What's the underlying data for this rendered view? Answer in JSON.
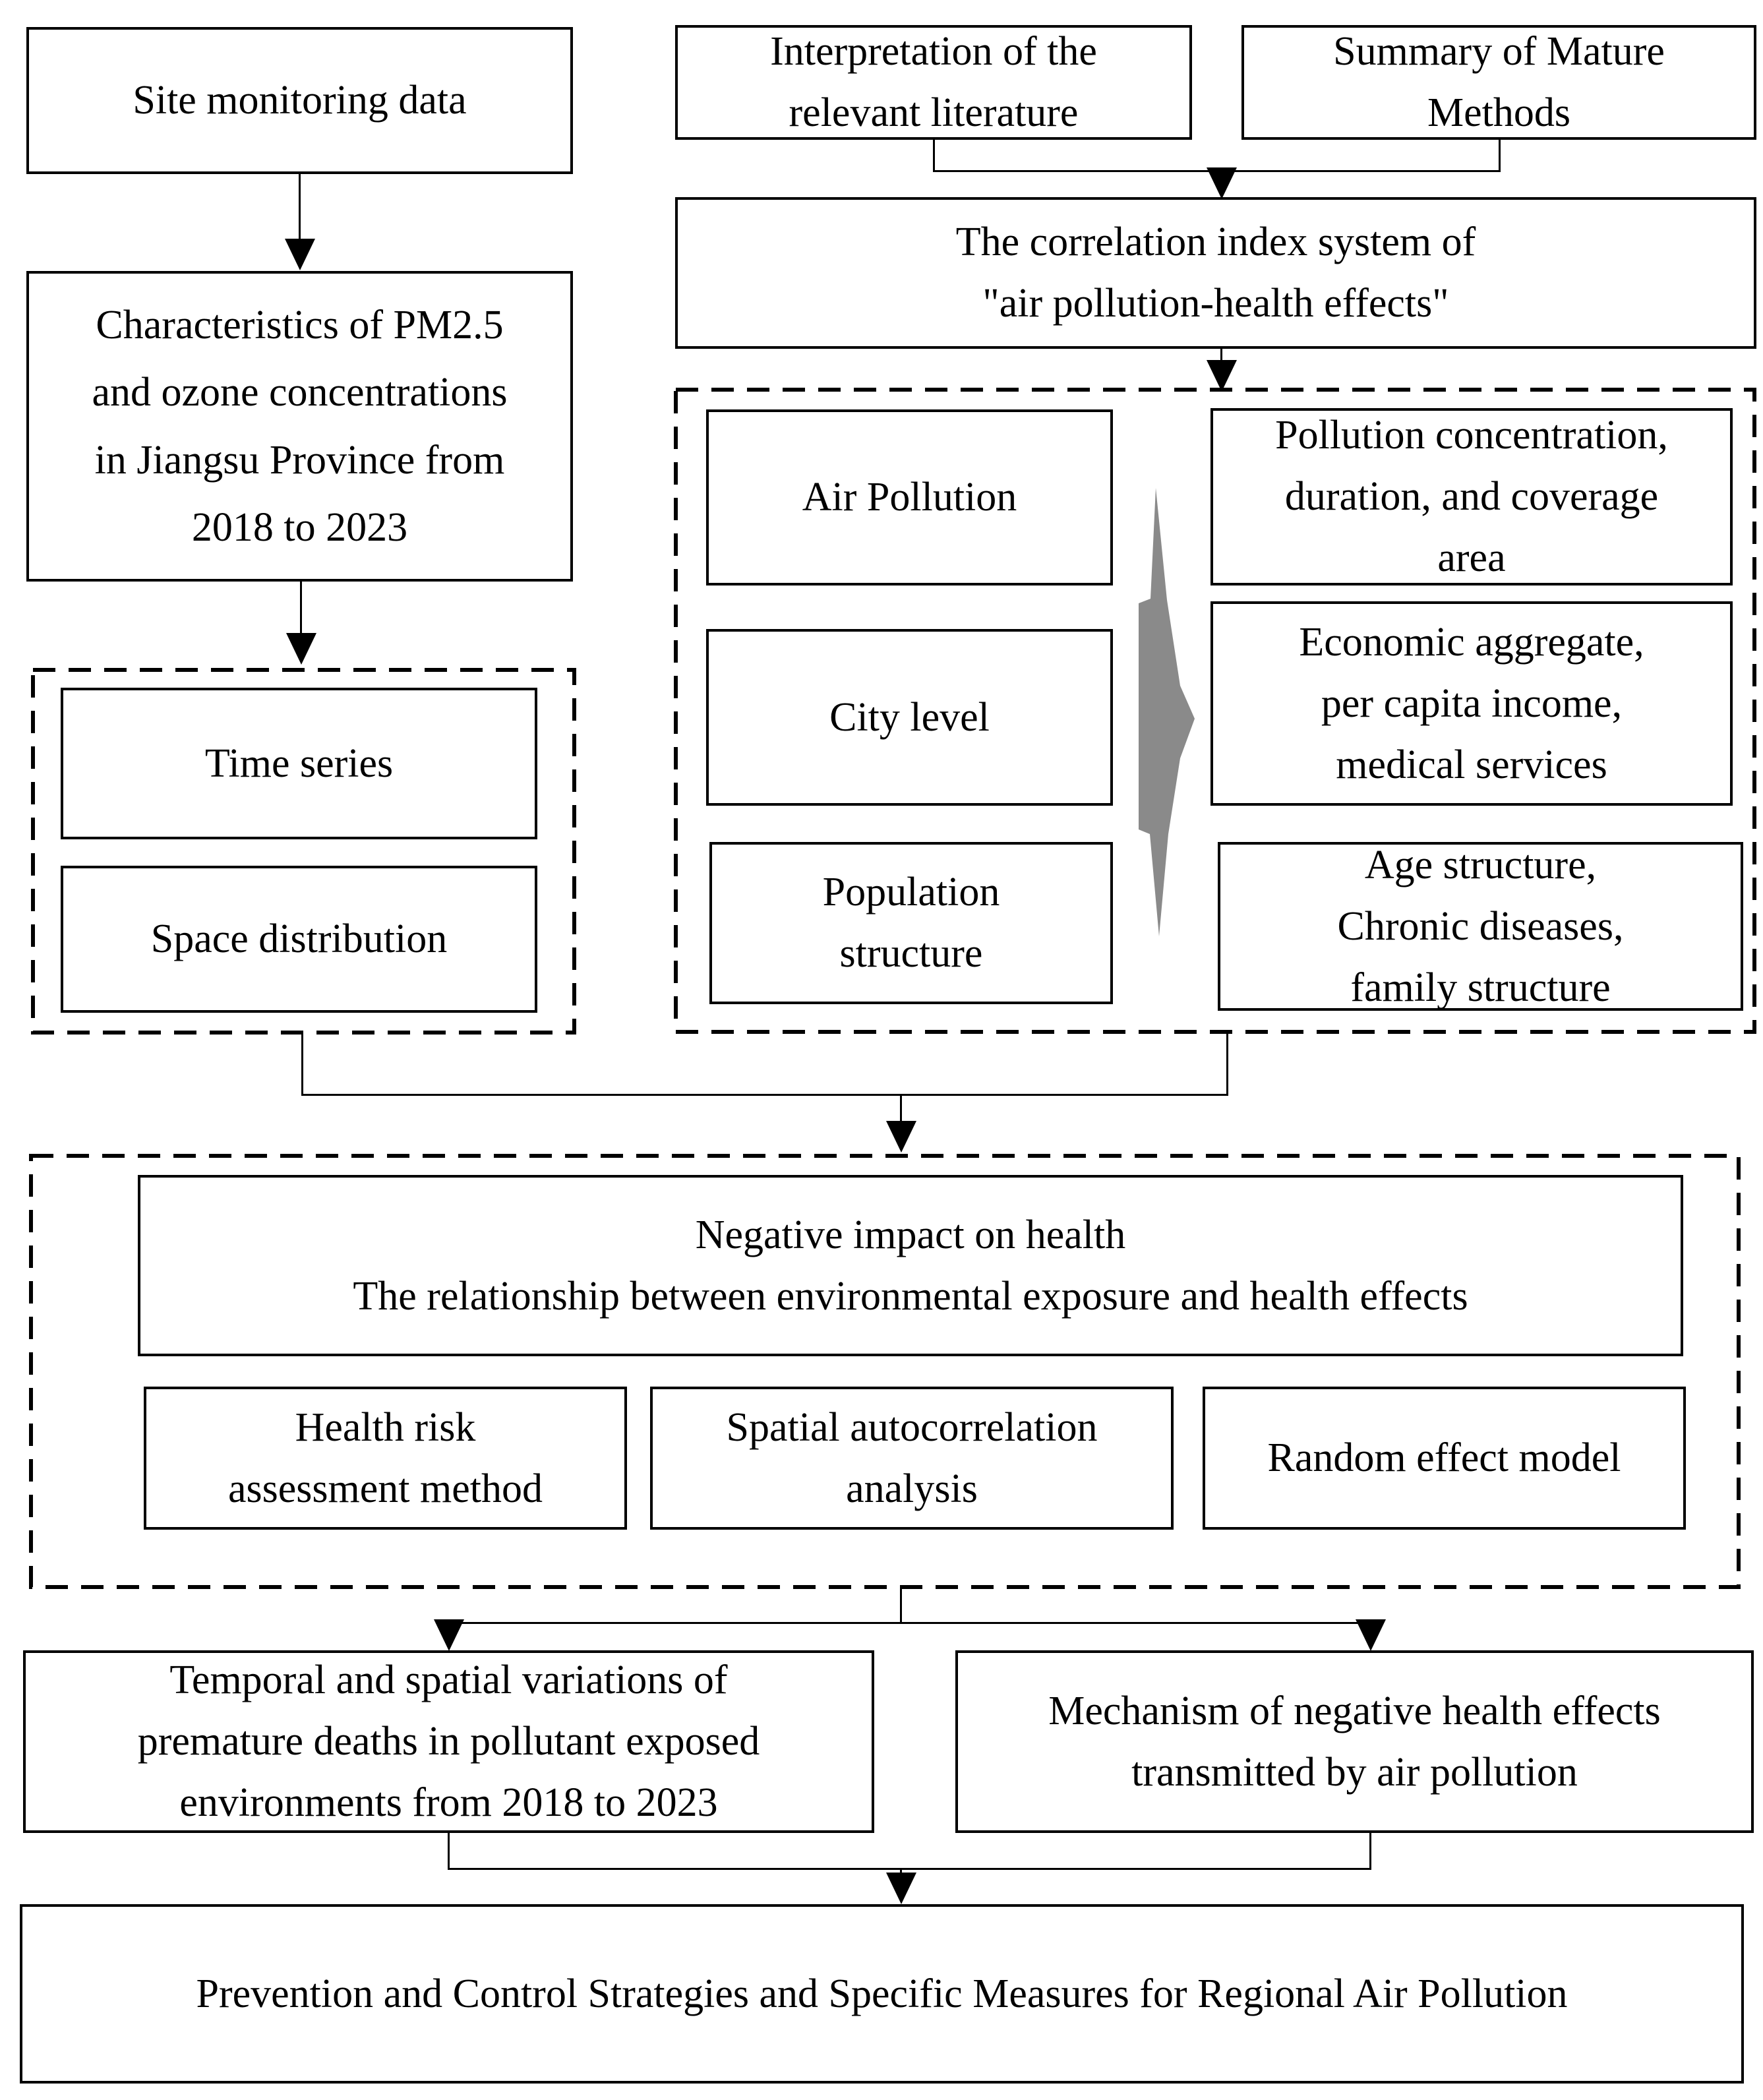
{
  "flowchart": {
    "left_column": {
      "site_monitoring": "Site monitoring data",
      "characteristics": [
        "Characteristics of PM2.5",
        "and ozone concentrations",
        "in Jiangsu Province from",
        "2018 to 2023"
      ],
      "analysis_group": {
        "time_series": "Time series",
        "space_distribution": "Space distribution"
      }
    },
    "right_column": {
      "literature": [
        "Interpretation of the",
        "relevant literature"
      ],
      "methods_summary": [
        "Summary of Mature",
        "Methods"
      ],
      "correlation_index": [
        "The correlation index system of",
        "\"air pollution-health effects\""
      ],
      "index_group": {
        "air_pollution": "Air Pollution",
        "city_level": "City level",
        "population_structure": [
          "Population",
          "structure"
        ],
        "pollution_detail": [
          "Pollution concentration,",
          "duration, and coverage",
          "area"
        ],
        "city_detail": [
          "Economic aggregate,",
          "per capita income,",
          "medical services"
        ],
        "population_detail": [
          "Age structure,",
          "Chronic diseases,",
          "family structure"
        ]
      }
    },
    "impact_group": {
      "negative_impact": [
        "Negative impact on health",
        "The relationship between environmental exposure and health effects"
      ],
      "health_risk": [
        "Health risk",
        "assessment method"
      ],
      "spatial_autocorrelation": [
        "Spatial autocorrelation",
        "analysis"
      ],
      "random_effect": "Random effect model"
    },
    "outcomes": {
      "temporal_spatial": [
        "Temporal and spatial variations of",
        "premature deaths in pollutant exposed",
        "environments from 2018 to 2023"
      ],
      "mechanism": [
        "Mechanism of negative health effects",
        "transmitted by air pollution"
      ]
    },
    "conclusion": "Prevention and Control Strategies and Specific Measures for Regional Air Pollution",
    "colors": {
      "background": "#ffffff",
      "line": "#000000",
      "text": "#000000",
      "gray_arrow": "#8a8a8a"
    }
  }
}
